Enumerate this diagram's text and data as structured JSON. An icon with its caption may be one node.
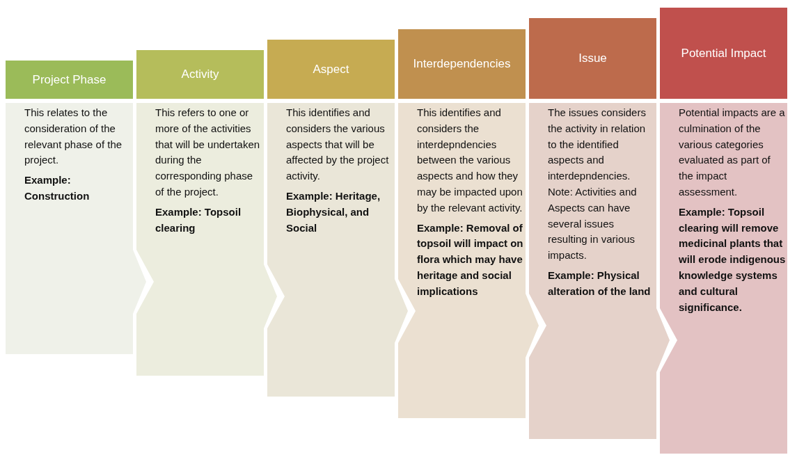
{
  "diagram": {
    "nodes": [
      {
        "text": [
          "Project Phase"
        ]
      },
      {
        "text": [
          "This relates to the consideration of the relevant phase of the project.",
          "Example: Construction"
        ]
      },
      {
        "text": [
          "Activity"
        ]
      },
      {
        "text": [
          "This refers to one or more of the activities that will be undertaken during the corresponding phase of the project.",
          "Example: Topsoil clearing"
        ]
      },
      {
        "text": [
          "Aspect"
        ]
      },
      {
        "text": [
          "This identifies and considers the various aspects that will be affected by the project activity.",
          "Example: Heritage, Biophysical, and Social"
        ]
      },
      {
        "text": [
          "Interdependencies"
        ]
      },
      {
        "text": [
          "This identifies and considers the interdepndencies between the various aspects and how they may be impacted upon by the relevant activity.",
          "Example: Removal of topsoil will impact on flora which may have heritage and social implications"
        ]
      },
      {
        "text": [
          "Issue"
        ]
      },
      {
        "text": [
          "The issues considers the activity in relation to the identified aspects and interdepndencies. Note: Activities and Aspects can have several issues resulting in various impacts.",
          "Example: Physical alteration of the land"
        ]
      },
      {
        "text": [
          "Potential Impact"
        ]
      },
      {
        "text": [
          "Potential impacts are a culmination of the various categories evaluated as part of the impact assessment.",
          "Example: Topsoil clearing will remove medicinal plants that will erode indigenous knowledge systems and cultural significance."
        ]
      }
    ]
  }
}
